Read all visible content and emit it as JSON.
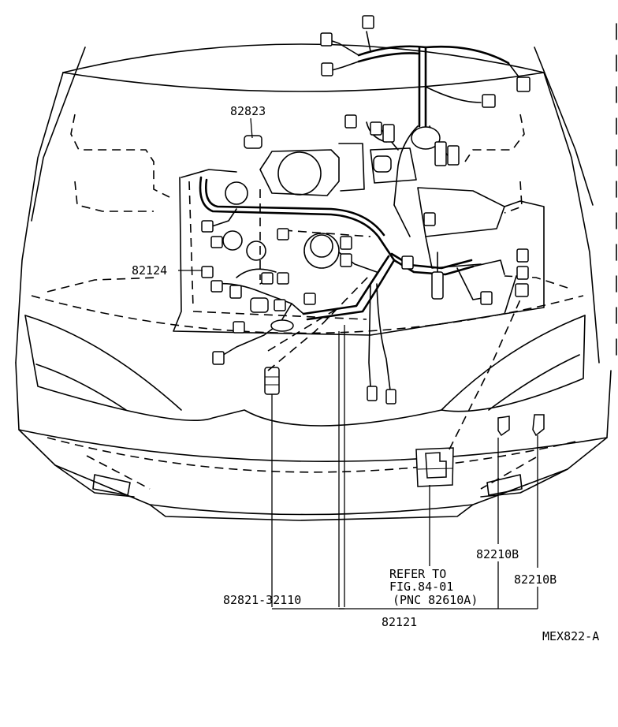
{
  "labels": {
    "part_82823": "82823",
    "part_82124": "82124",
    "part_82821": "82821-32110",
    "refer_line1": "REFER TO",
    "refer_line2": "FIG.84-01",
    "refer_line3": "(PNC 82610A)",
    "part_82210b_left": "82210B",
    "part_82210b_right": "82210B",
    "part_82121": "82121",
    "figure_code": "MEX822-A"
  }
}
